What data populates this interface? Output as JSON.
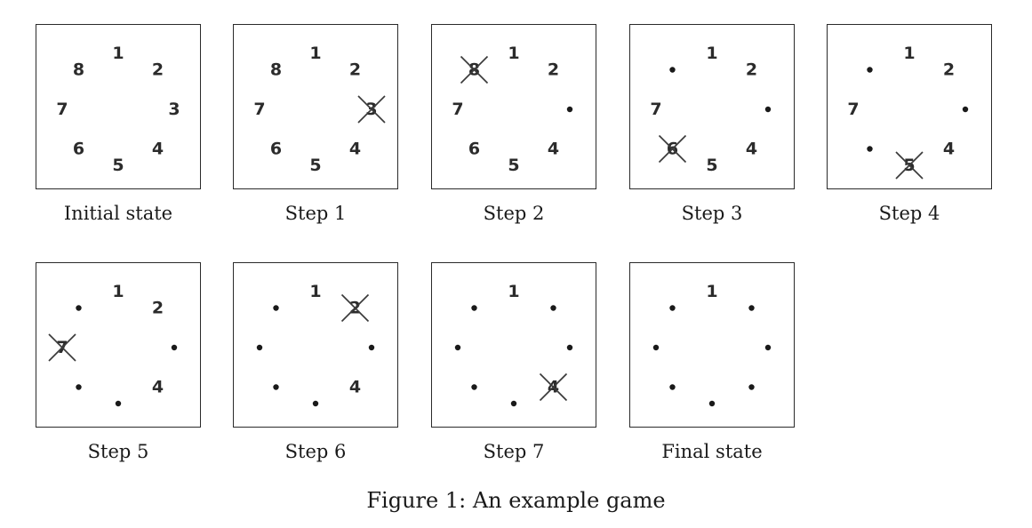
{
  "figure_caption": "Figure 1: An example game",
  "labels": [
    "1",
    "2",
    "3",
    "4",
    "5",
    "6",
    "7",
    "8"
  ],
  "steps": [
    {
      "caption": "Initial state",
      "removed": [],
      "crossed": null
    },
    {
      "caption": "Step 1",
      "removed": [],
      "crossed": 3
    },
    {
      "caption": "Step 2",
      "removed": [
        3
      ],
      "crossed": 8
    },
    {
      "caption": "Step 3",
      "removed": [
        3,
        8
      ],
      "crossed": 6
    },
    {
      "caption": "Step 4",
      "removed": [
        3,
        8,
        6
      ],
      "crossed": 5
    },
    {
      "caption": "Step 5",
      "removed": [
        3,
        8,
        6,
        5
      ],
      "crossed": 7
    },
    {
      "caption": "Step 6",
      "removed": [
        3,
        8,
        6,
        5,
        7
      ],
      "crossed": 2
    },
    {
      "caption": "Step 7",
      "removed": [
        3,
        8,
        6,
        5,
        7,
        2
      ],
      "crossed": 4
    },
    {
      "caption": "Final state",
      "removed": [
        3,
        8,
        6,
        5,
        7,
        2,
        4
      ],
      "crossed": null
    }
  ]
}
